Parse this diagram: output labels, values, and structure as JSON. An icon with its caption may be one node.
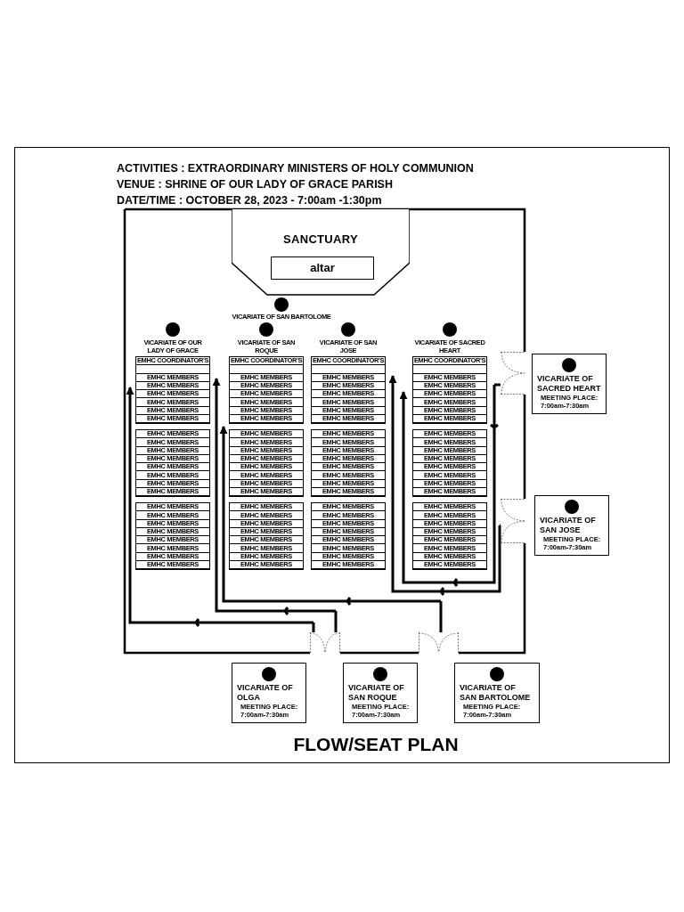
{
  "diagram": {
    "caption": "FLOW/SEAT PLAN",
    "nodes": [
      {
        "text": [
          "SANCTUARY"
        ]
      },
      {
        "text": [
          "altar"
        ],
        "in": 0
      },
      {
        "text": [
          "EMHC COORDINATOR'S",
          "EMHC MEMBERS",
          "EMHC MEMBERS",
          "EMHC MEMBERS",
          "EMHC MEMBERS",
          "EMHC MEMBERS",
          "EMHC MEMBERS"
        ]
      },
      {
        "text": [
          "EMHC COORDINATOR'S",
          "EMHC MEMBERS",
          "EMHC MEMBERS",
          "EMHC MEMBERS",
          "EMHC MEMBERS",
          "EMHC MEMBERS",
          "EMHC MEMBERS"
        ]
      },
      {
        "text": [
          "EMHC COORDINATOR'S",
          "EMHC MEMBERS",
          "EMHC MEMBERS",
          "EMHC MEMBERS",
          "EMHC MEMBERS",
          "EMHC MEMBERS",
          "EMHC MEMBERS"
        ]
      },
      {
        "text": [
          "EMHC COORDINATOR'S",
          "EMHC MEMBERS",
          "EMHC MEMBERS",
          "EMHC MEMBERS",
          "EMHC MEMBERS",
          "EMHC MEMBERS",
          "EMHC MEMBERS"
        ]
      },
      {
        "text": [
          "EMHC MEMBERS",
          "EMHC MEMBERS",
          "EMHC MEMBERS",
          "EMHC MEMBERS",
          "EMHC MEMBERS",
          "EMHC MEMBERS",
          "EMHC MEMBERS",
          "EMHC MEMBERS"
        ]
      },
      {
        "text": [
          "EMHC MEMBERS",
          "EMHC MEMBERS",
          "EMHC MEMBERS",
          "EMHC MEMBERS",
          "EMHC MEMBERS",
          "EMHC MEMBERS",
          "EMHC MEMBERS",
          "EMHC MEMBERS"
        ]
      },
      {
        "text": [
          "EMHC MEMBERS",
          "EMHC MEMBERS",
          "EMHC MEMBERS",
          "EMHC MEMBERS",
          "EMHC MEMBERS",
          "EMHC MEMBERS",
          "EMHC MEMBERS",
          "EMHC MEMBERS"
        ]
      },
      {
        "text": [
          "EMHC MEMBERS",
          "EMHC MEMBERS",
          "EMHC MEMBERS",
          "EMHC MEMBERS",
          "EMHC MEMBERS",
          "EMHC MEMBERS",
          "EMHC MEMBERS",
          "EMHC MEMBERS"
        ]
      },
      {
        "text": [
          "EMHC MEMBERS",
          "EMHC MEMBERS",
          "EMHC MEMBERS",
          "EMHC MEMBERS",
          "EMHC MEMBERS",
          "EMHC MEMBERS",
          "EMHC MEMBERS",
          "EMHC MEMBERS"
        ]
      },
      {
        "text": [
          "EMHC MEMBERS",
          "EMHC MEMBERS",
          "EMHC MEMBERS",
          "EMHC MEMBERS",
          "EMHC MEMBERS",
          "EMHC MEMBERS",
          "EMHC MEMBERS",
          "EMHC MEMBERS"
        ]
      },
      {
        "text": [
          "EMHC MEMBERS",
          "EMHC MEMBERS",
          "EMHC MEMBERS",
          "EMHC MEMBERS",
          "EMHC MEMBERS",
          "EMHC MEMBERS",
          "EMHC MEMBERS",
          "EMHC MEMBERS"
        ]
      },
      {
        "text": [
          "EMHC MEMBERS",
          "EMHC MEMBERS",
          "EMHC MEMBERS",
          "EMHC MEMBERS",
          "EMHC MEMBERS",
          "EMHC MEMBERS",
          "EMHC MEMBERS",
          "EMHC MEMBERS"
        ]
      },
      {
        "text": [],
        "shape": "door"
      },
      {
        "text": [
          "VICARIATE OF SACRED HEART",
          "MEETING PLACE: 7:00am-7:30am"
        ]
      },
      {
        "text": [],
        "shape": "door"
      },
      {
        "text": [
          "VICARIATE OF SAN JOSE",
          "MEETING PLACE: 7:00am-7:30am"
        ]
      },
      {
        "text": [],
        "shape": "door"
      },
      {
        "text": [],
        "shape": "door"
      },
      {
        "text": [
          "VICARIATE OF OLGA",
          "MEETING PLACE: 7:00am-7:30am"
        ]
      },
      {
        "text": [
          "VICARIATE OF SAN ROQUE",
          "MEETING PLACE: 7:00am-7:30am"
        ]
      },
      {
        "text": [
          "VICARIATE OF SAN BARTOLOME",
          "MEETING PLACE: 7:00am-7:30am"
        ]
      }
    ],
    "edges": [
      {
        "from": 18,
        "to": 2,
        "arrow": "to"
      },
      {
        "from": 18,
        "to": 2,
        "arrow": "to"
      },
      {
        "from": 19,
        "to": 3,
        "arrow": "to"
      },
      {
        "from": 14,
        "to": 5,
        "arrow": "to"
      },
      {
        "from": 16,
        "to": 4,
        "arrow": "to"
      }
    ],
    "labels": [
      "ACTIVITIES : EXTRAORDINARY MINISTERS OF HOLY COMMUNION",
      "VENUE : SHRINE OF OUR LADY OF GRACE PARISH",
      "DATE/TIME : OCTOBER 28, 2023 - 7:00am -1:30pm",
      "VICARIATE OF SAN BARTOLOME",
      "VICARIATE OF OUR LADY OF GRACE",
      "VICARIATE OF SAN ROQUE",
      "VICARIATE OF SAN JOSE",
      "VICARIATE OF SACRED HEART"
    ]
  }
}
